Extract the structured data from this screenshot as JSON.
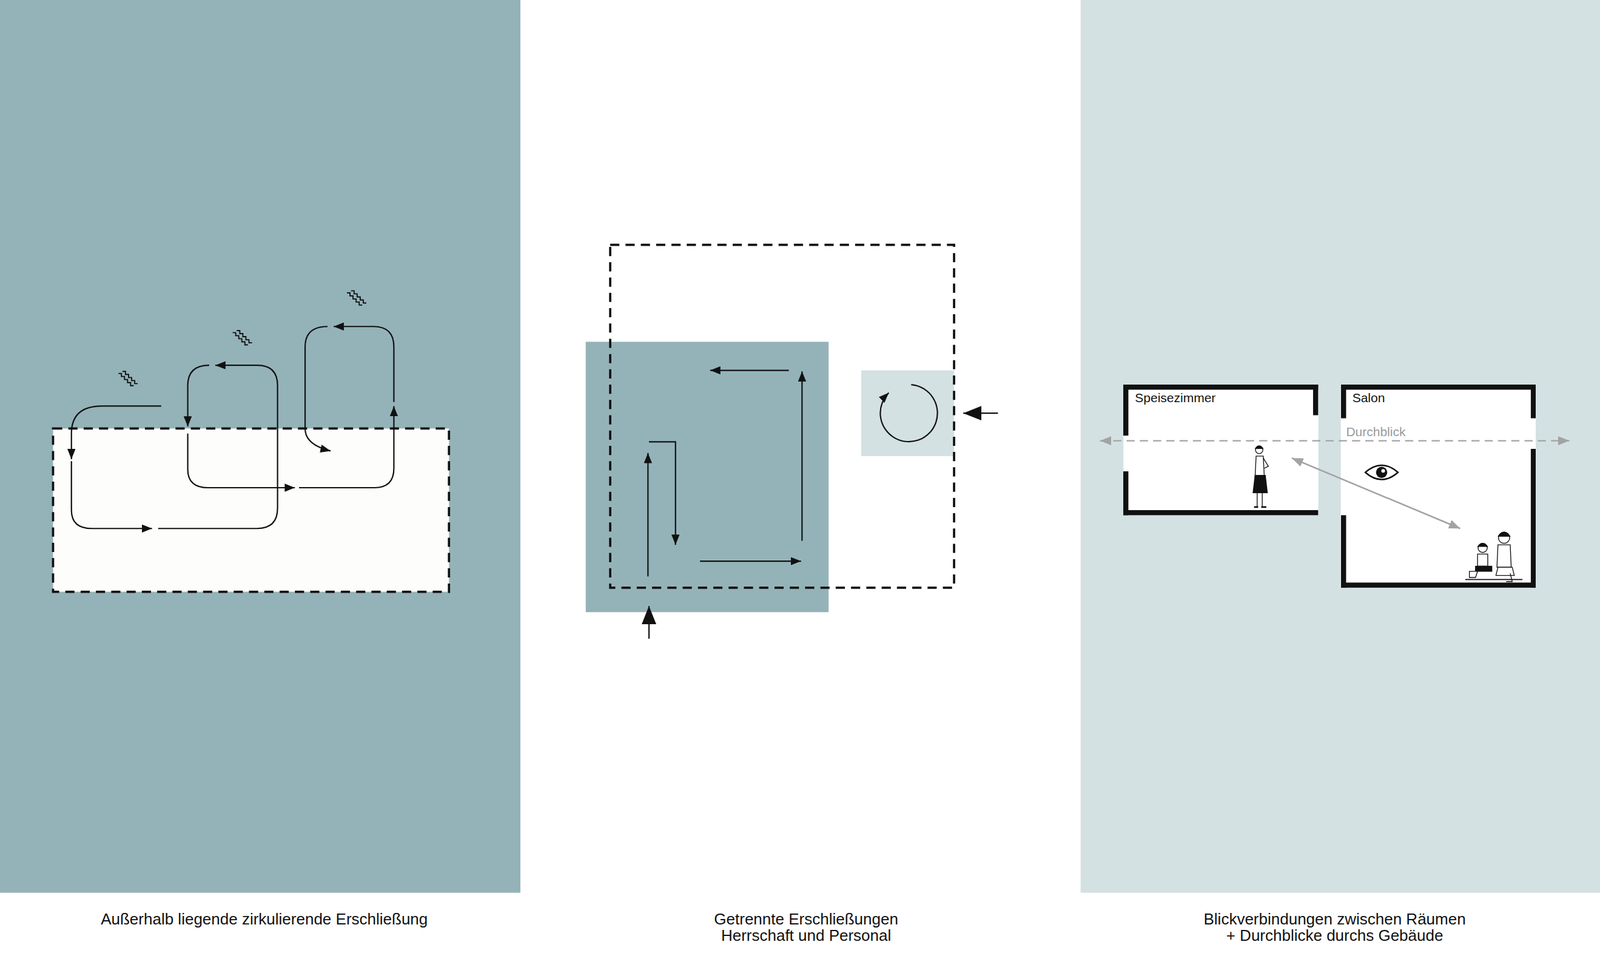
{
  "diagram": {
    "nodes": [
      {
        "text": [
          "Speisezimmer"
        ]
      },
      {
        "text": [
          "Salon"
        ]
      }
    ],
    "labels": [
      "Durchblick",
      "Außerhalb liegende zirkulierende Erschließung",
      "Getrennte Erschließungen Herrschaft und Personal",
      "Blickverbindungen zwischen Räumen + Durchblicke durchs Gebäude"
    ]
  }
}
